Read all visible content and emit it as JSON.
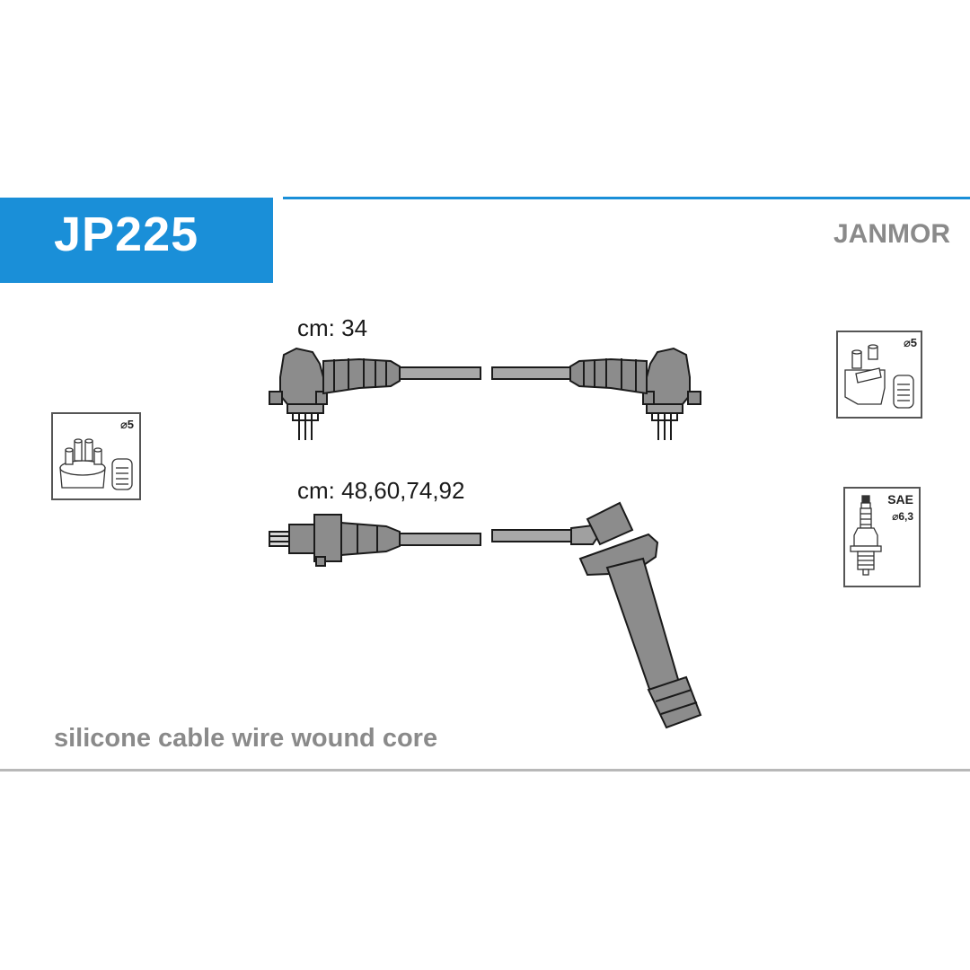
{
  "header": {
    "product_code": "JP225",
    "brand": "JANMOR"
  },
  "cables": {
    "short_length_label": "cm: 34",
    "long_length_label": "cm: 48,60,74,92"
  },
  "icons": {
    "distributor_left": {
      "name": "distributor-cap-icon",
      "diameter_label": "⌀5"
    },
    "distributor_right": {
      "name": "distributor-cap-icon",
      "diameter_label": "⌀5"
    },
    "spark_plug": {
      "name": "spark-plug-icon",
      "standard_label": "SAE",
      "diameter_label": "⌀6,3"
    }
  },
  "footer": {
    "description": "silicone cable wire wound core"
  },
  "colors": {
    "accent": "#1a8fd8",
    "part_gray": "#8c8c8c",
    "cable_gray": "#a8a8a8",
    "text_gray": "#8a8a8a"
  }
}
